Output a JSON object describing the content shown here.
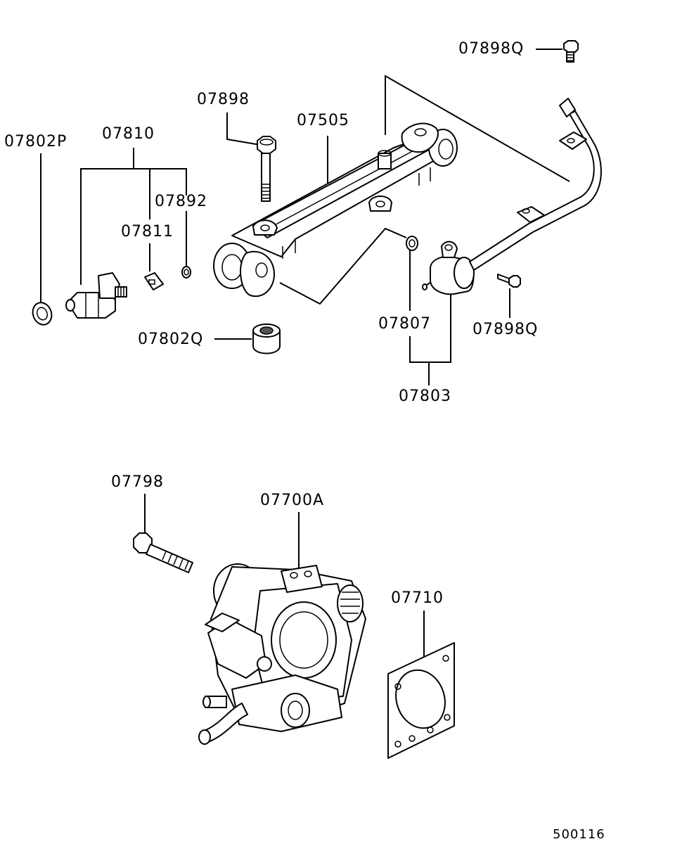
{
  "labels": {
    "p07898Q_top": "07898Q",
    "p07898": "07898",
    "p07505": "07505",
    "p07802P": "07802P",
    "p07810": "07810",
    "p07892": "07892",
    "p07811": "07811",
    "p07802Q": "07802Q",
    "p07807": "07807",
    "p07898Q_right": "07898Q",
    "p07803": "07803",
    "p07798": "07798",
    "p07700A": "07700A",
    "p07710": "07710"
  },
  "diagram_id": "500116"
}
